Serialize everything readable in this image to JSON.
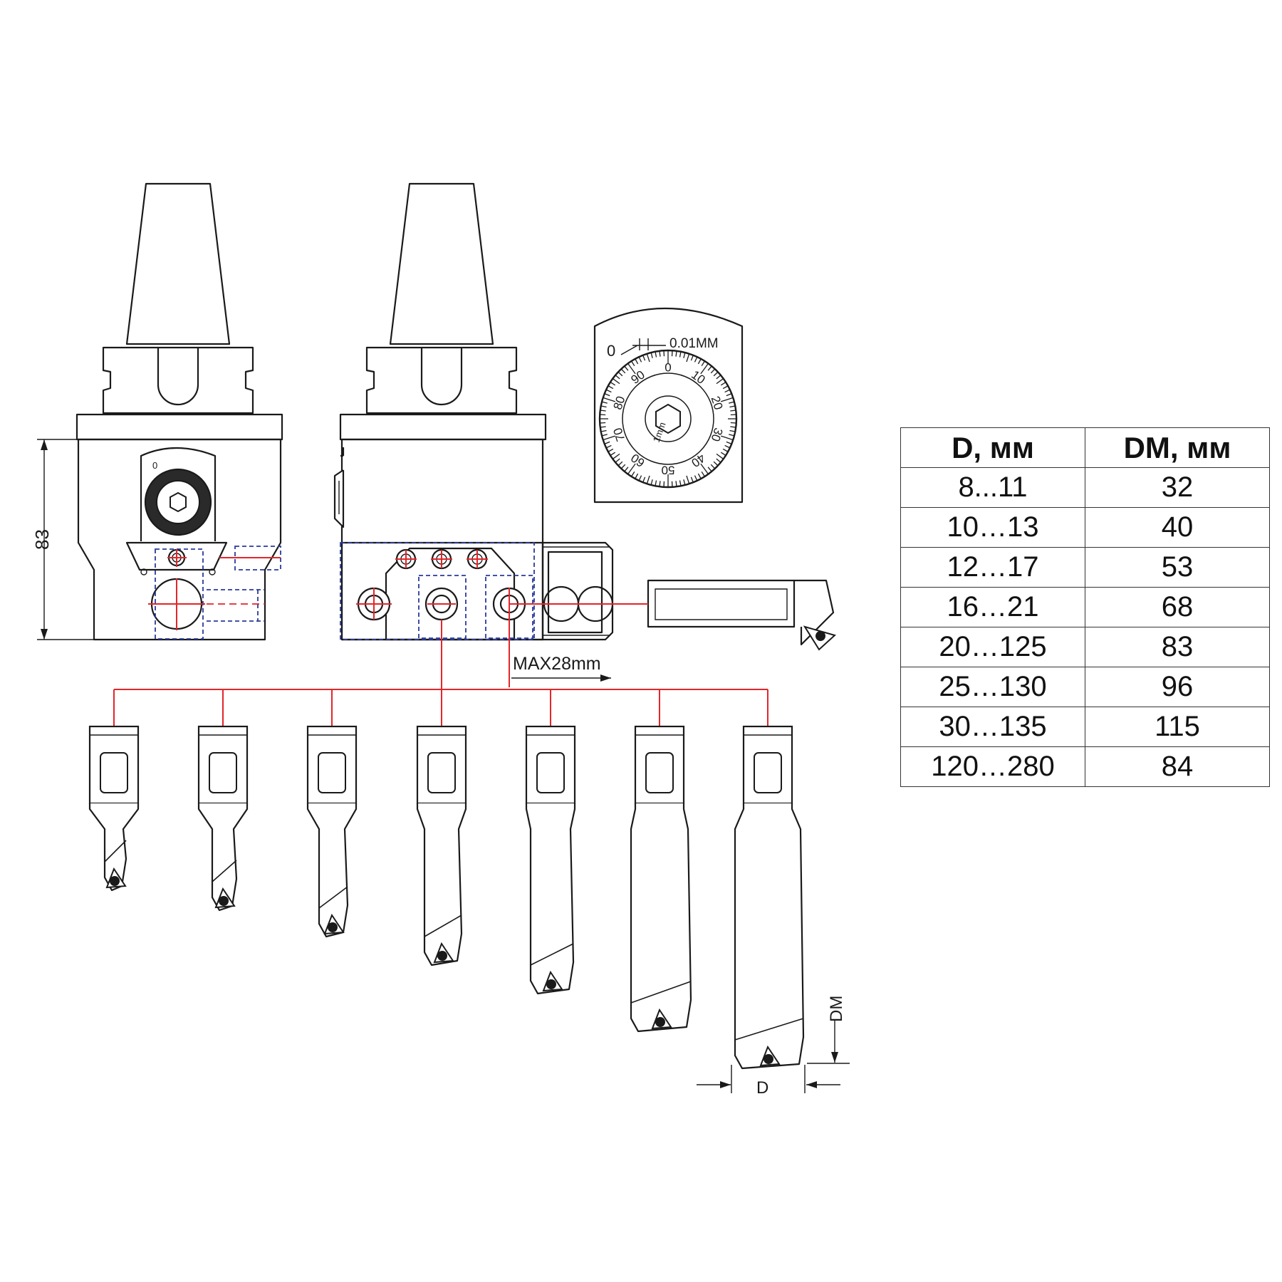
{
  "dimension_83": "83",
  "dial_scale_label": "0.01MM",
  "dial_zero": "0",
  "dial_numbers": [
    "10",
    "20",
    "30",
    "40",
    "50",
    "60",
    "70",
    "80",
    "90",
    "0"
  ],
  "dial_mm": "1mm",
  "max_label": "MAX28mm",
  "dim_dm": "DM",
  "dim_d": "D",
  "table": {
    "headers": [
      "D, мм",
      "DM, мм"
    ],
    "rows": [
      [
        "8...11",
        "32"
      ],
      [
        "10…13",
        "40"
      ],
      [
        "12…17",
        "53"
      ],
      [
        "16…21",
        "68"
      ],
      [
        "20…125",
        "83"
      ],
      [
        "25…130",
        "96"
      ],
      [
        "30…135",
        "115"
      ],
      [
        "120…280",
        "84"
      ]
    ]
  }
}
